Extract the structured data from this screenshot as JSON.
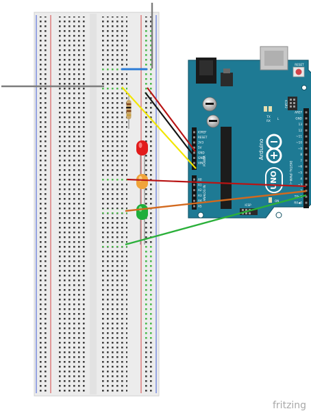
{
  "watermark": "fritzing",
  "arduino": {
    "brand": "Arduino",
    "model": "UNO",
    "reset_label": "RESET",
    "icsp_label": "ICSP",
    "icsp2_label": "ICSP2",
    "tx_label": "TX",
    "rx_label": "RX",
    "l_label": "L",
    "on_label": "ON",
    "power_header_label": "POWER",
    "analog_header_label": "ANALOG IN",
    "digital_header_label": "DIGITAL (PWM~)",
    "power_pins": [
      "IOREF",
      "RESET",
      "3V3",
      "5V",
      "GND",
      "GND",
      "VIN"
    ],
    "analog_pins": [
      "A0",
      "A1",
      "A2",
      "A3",
      "A4",
      "A5"
    ],
    "digital_pins": [
      "AREF",
      "GND",
      "13",
      "12",
      "~11",
      "~10",
      "~9",
      "8",
      "7",
      "~6",
      "~5",
      "4",
      "~3",
      "2",
      "TX▶1",
      "RX◀0"
    ]
  },
  "colors": {
    "board": "#1e7a94",
    "breadboard": "#ececec",
    "rail_red": "#d64545",
    "rail_blue": "#3f5bd8",
    "wire_yellow": "#f2e600",
    "wire_red": "#b81414",
    "wire_black": "#141414",
    "wire_orange": "#d2691e",
    "wire_green": "#2bb03a",
    "wire_blue": "#2a7bd6",
    "led_red": "#e21b1b",
    "led_yellow": "#f0a43a",
    "led_green": "#1fae3b"
  }
}
